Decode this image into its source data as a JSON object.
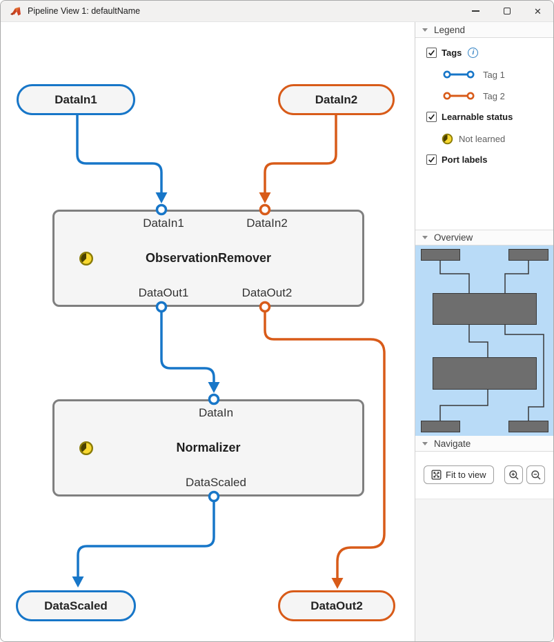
{
  "window": {
    "title": "Pipeline View 1: defaultName"
  },
  "canvas": {
    "nodes": [
      {
        "label": "DataIn1",
        "color": "#1776c8"
      },
      {
        "label": "DataIn2",
        "color": "#d85b19"
      },
      {
        "label": "DataScaled",
        "color": "#1776c8"
      },
      {
        "label": "DataOut2",
        "color": "#d85b19"
      }
    ],
    "blocks": [
      {
        "title": "ObservationRemover",
        "status_icon": "not-learned-clock",
        "input_ports": [
          {
            "label": "DataIn1"
          },
          {
            "label": "DataIn2"
          }
        ],
        "output_ports": [
          {
            "label": "DataOut1"
          },
          {
            "label": "DataOut2"
          }
        ]
      },
      {
        "title": "Normalizer",
        "status_icon": "not-learned-clock",
        "input_ports": [
          {
            "label": "DataIn"
          }
        ],
        "output_ports": [
          {
            "label": "DataScaled"
          }
        ]
      }
    ]
  },
  "sidebar": {
    "legend": {
      "header": "Legend",
      "tags": {
        "label": "Tags",
        "checked": true,
        "info_icon": "info-icon",
        "items": [
          {
            "label": "Tag 1",
            "color": "#1776c8"
          },
          {
            "label": "Tag 2",
            "color": "#d85b19"
          }
        ]
      },
      "learnable": {
        "label": "Learnable status",
        "checked": true,
        "items": [
          {
            "label": "Not learned",
            "icon": "clock-icon"
          }
        ]
      },
      "port_labels": {
        "label": "Port labels",
        "checked": true
      }
    },
    "overview": {
      "header": "Overview"
    },
    "navigate": {
      "header": "Navigate",
      "fit_button": "Fit to view",
      "zoom_in_icon": "magnifier-plus",
      "zoom_out_icon": "magnifier-minus"
    }
  },
  "colors": {
    "tag1_blue": "#1776c8",
    "tag2_orange": "#d85b19",
    "block_border": "#7f7f7f",
    "block_fill": "#f5f5f5",
    "minimap_bg": "#b9dbf7",
    "status_yellow": "#f8d830"
  }
}
